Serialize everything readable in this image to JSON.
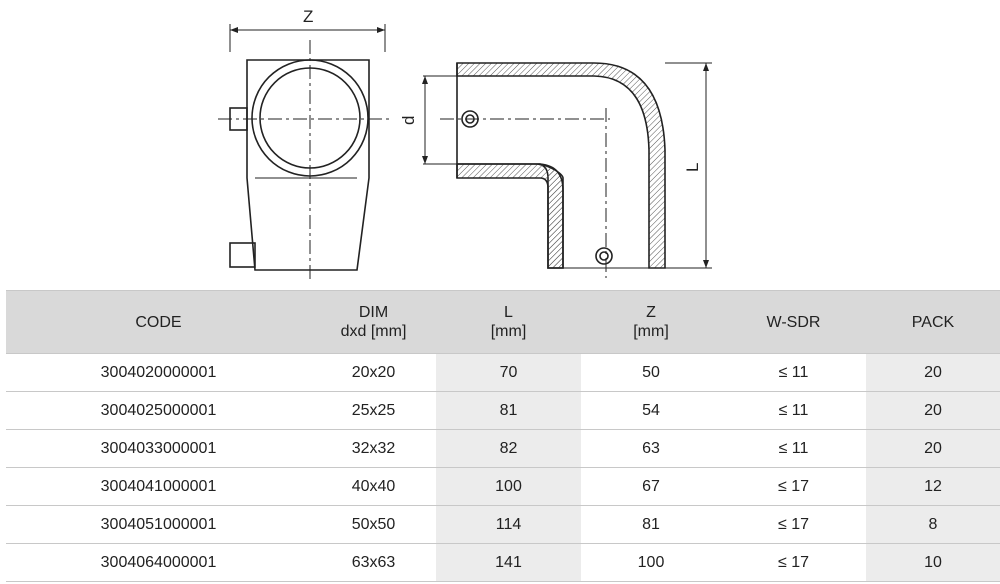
{
  "drawing": {
    "dim_z": "Z",
    "dim_d": "d",
    "dim_l": "L"
  },
  "table": {
    "headers": [
      {
        "line1": "CODE",
        "line2": ""
      },
      {
        "line1": "DIM",
        "line2": "dxd [mm]"
      },
      {
        "line1": "L",
        "line2": "[mm]"
      },
      {
        "line1": "Z",
        "line2": "[mm]"
      },
      {
        "line1": "W-SDR",
        "line2": ""
      },
      {
        "line1": "PACK",
        "line2": ""
      }
    ],
    "rows": [
      [
        "3004020000001",
        "20x20",
        "70",
        "50",
        "≤ 11",
        "20"
      ],
      [
        "3004025000001",
        "25x25",
        "81",
        "54",
        "≤ 11",
        "20"
      ],
      [
        "3004033000001",
        "32x32",
        "82",
        "63",
        "≤ 11",
        "20"
      ],
      [
        "3004041000001",
        "40x40",
        "100",
        "67",
        "≤ 17",
        "12"
      ],
      [
        "3004051000001",
        "50x50",
        "114",
        "81",
        "≤ 17",
        "8"
      ],
      [
        "3004064000001",
        "63x63",
        "141",
        "100",
        "≤ 17",
        "10"
      ]
    ]
  }
}
